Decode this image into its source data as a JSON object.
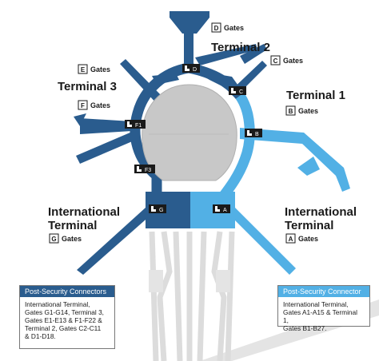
{
  "colors": {
    "dark_blue": "#2a5c8e",
    "light_blue": "#52b0e5",
    "grey_fill": "#c8c8c8",
    "ground": "#e4e4e4",
    "checkpoint_black": "#1a1a1a"
  },
  "terminals": {
    "terminal_1": "Terminal 1",
    "terminal_2": "Terminal 2",
    "terminal_3": "Terminal 3",
    "international_left_line1": "International",
    "international_left_line2": "Terminal",
    "international_right_line1": "International",
    "international_right_line2": "Terminal"
  },
  "gate_groups": {
    "a": {
      "letter": "A",
      "label": "Gates"
    },
    "b": {
      "letter": "B",
      "label": "Gates"
    },
    "c": {
      "letter": "C",
      "label": "Gates"
    },
    "d": {
      "letter": "D",
      "label": "Gates"
    },
    "e": {
      "letter": "E",
      "label": "Gates"
    },
    "f": {
      "letter": "F",
      "label": "Gates"
    },
    "g": {
      "letter": "G",
      "label": "Gates"
    }
  },
  "checkpoints": {
    "a": "A",
    "b": "B",
    "c": "C",
    "d": "D",
    "f1": "F1",
    "f3": "F3",
    "g": "G"
  },
  "checkpoint_icon": "security-checkpoint-icon",
  "legend_left": {
    "title": "Post-Security Connectors",
    "lines": [
      "International Terminal,",
      "Gates G1-G14, Terminal 3,",
      "Gates E1-E13 & F1-F22 &",
      "Terminal 2,  Gates C2-C11",
      "& D1-D18."
    ]
  },
  "legend_right": {
    "title": "Post-Security Connector",
    "lines": [
      "International Terminal,",
      "Gates A1-A15 & Terminal 1,",
      "Gates B1-B27."
    ]
  }
}
